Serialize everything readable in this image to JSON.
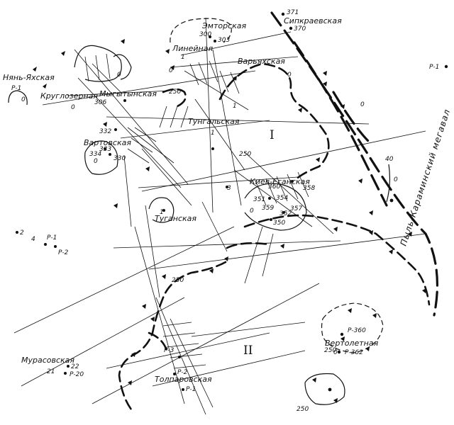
{
  "labels": {
    "emtorskaya": "Эмторская",
    "sikhkraevskaya": "Сипкраевская",
    "lineynaya": "Линейная",
    "varyakhskaya": "Варьяхская",
    "nyanyakhskaya": "Нянь-Яхская",
    "krugloozernaya": "Круглозерная",
    "mygytynskaya": "Мыгытынская",
    "tungalskaya": "Тунгальская",
    "vartovskaya": "Вартовская",
    "kiev_eganskaya": "Киев-Еганская",
    "tuganskaya": "Туганская",
    "murasovskaya": "Мурасовская",
    "tolparovskaya": "Толпаровская",
    "vertoletnaya": "Вертолетная",
    "megaval": "Пыль-Караминский мегавал"
  },
  "zones": {
    "zone1": "I",
    "zone2": "II"
  },
  "wells": [
    {
      "id": "w371",
      "label": "371"
    },
    {
      "id": "w370",
      "label": "370"
    },
    {
      "id": "w300",
      "label": "300"
    },
    {
      "id": "w303",
      "label": "303"
    },
    {
      "id": "w306",
      "label": "306"
    },
    {
      "id": "w332",
      "label": "332"
    },
    {
      "id": "w333",
      "label": "333"
    },
    {
      "id": "w334",
      "label": "334"
    },
    {
      "id": "w330",
      "label": "330"
    },
    {
      "id": "w360",
      "label": "360"
    },
    {
      "id": "w358",
      "label": "358"
    },
    {
      "id": "w351",
      "label": "351"
    },
    {
      "id": "w354",
      "label": "354"
    },
    {
      "id": "w359",
      "label": "359"
    },
    {
      "id": "w352",
      "label": "352"
    },
    {
      "id": "w357",
      "label": "357"
    },
    {
      "id": "w350",
      "label": "350"
    },
    {
      "id": "w2",
      "label": "2"
    },
    {
      "id": "w4",
      "label": "4"
    },
    {
      "id": "wP1left",
      "label": "Р-1"
    },
    {
      "id": "wP2",
      "label": "Р-2"
    },
    {
      "id": "wP1nya",
      "label": "Р-1"
    },
    {
      "id": "wP1right",
      "label": "Р-1"
    },
    {
      "id": "w22",
      "label": "22"
    },
    {
      "id": "w21",
      "label": "21"
    },
    {
      "id": "wP20",
      "label": "Р-20"
    },
    {
      "id": "wP3",
      "label": "Р-3"
    },
    {
      "id": "wP2b",
      "label": "Р-2"
    },
    {
      "id": "wP1b",
      "label": "Р-1"
    },
    {
      "id": "wP360",
      "label": "Р-360"
    },
    {
      "id": "wP362",
      "label": "Р-362"
    },
    {
      "id": "w1a",
      "label": "1"
    },
    {
      "id": "w1b",
      "label": "1"
    },
    {
      "id": "w1c",
      "label": "1"
    },
    {
      "id": "w3",
      "label": "3"
    },
    {
      "id": "w1d",
      "label": "1"
    }
  ],
  "contours": [
    {
      "id": "c0a",
      "label": "0"
    },
    {
      "id": "c0b",
      "label": "0"
    },
    {
      "id": "c0c",
      "label": "0"
    },
    {
      "id": "c0d",
      "label": "0"
    },
    {
      "id": "c0e",
      "label": "0"
    },
    {
      "id": "c0f",
      "label": "0"
    },
    {
      "id": "c0g",
      "label": "0"
    },
    {
      "id": "c0h",
      "label": "0"
    },
    {
      "id": "c0i",
      "label": "0"
    },
    {
      "id": "c0j",
      "label": "0"
    },
    {
      "id": "c40",
      "label": "40"
    },
    {
      "id": "c250a",
      "label": "250"
    },
    {
      "id": "c250b",
      "label": "250"
    },
    {
      "id": "c250c",
      "label": "250"
    },
    {
      "id": "c250d",
      "label": "250"
    },
    {
      "id": "c250e",
      "label": "250"
    }
  ]
}
